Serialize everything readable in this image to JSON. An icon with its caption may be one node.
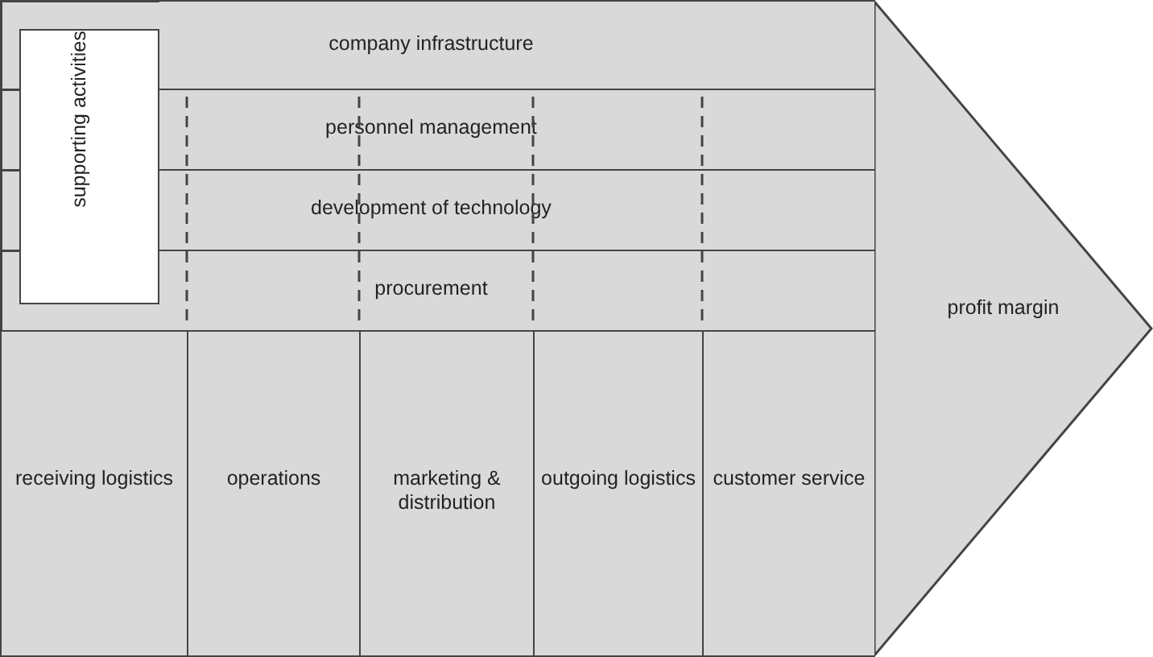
{
  "diagram": {
    "nodes": [
      {
        "text": [
          "company infrastructure"
        ]
      },
      {
        "text": [
          "personnel management"
        ]
      },
      {
        "text": [
          "development of technology"
        ]
      },
      {
        "text": [
          "procurement"
        ]
      },
      {
        "text": [
          "supporting activities"
        ]
      },
      {
        "text": [
          "receiving logistics"
        ]
      },
      {
        "text": [
          "operations"
        ]
      },
      {
        "text": [
          "marketing & distribution"
        ]
      },
      {
        "text": [
          "outgoing logistics"
        ]
      },
      {
        "text": [
          "customer service"
        ]
      },
      {
        "text": [
          "profit margin"
        ]
      }
    ]
  }
}
